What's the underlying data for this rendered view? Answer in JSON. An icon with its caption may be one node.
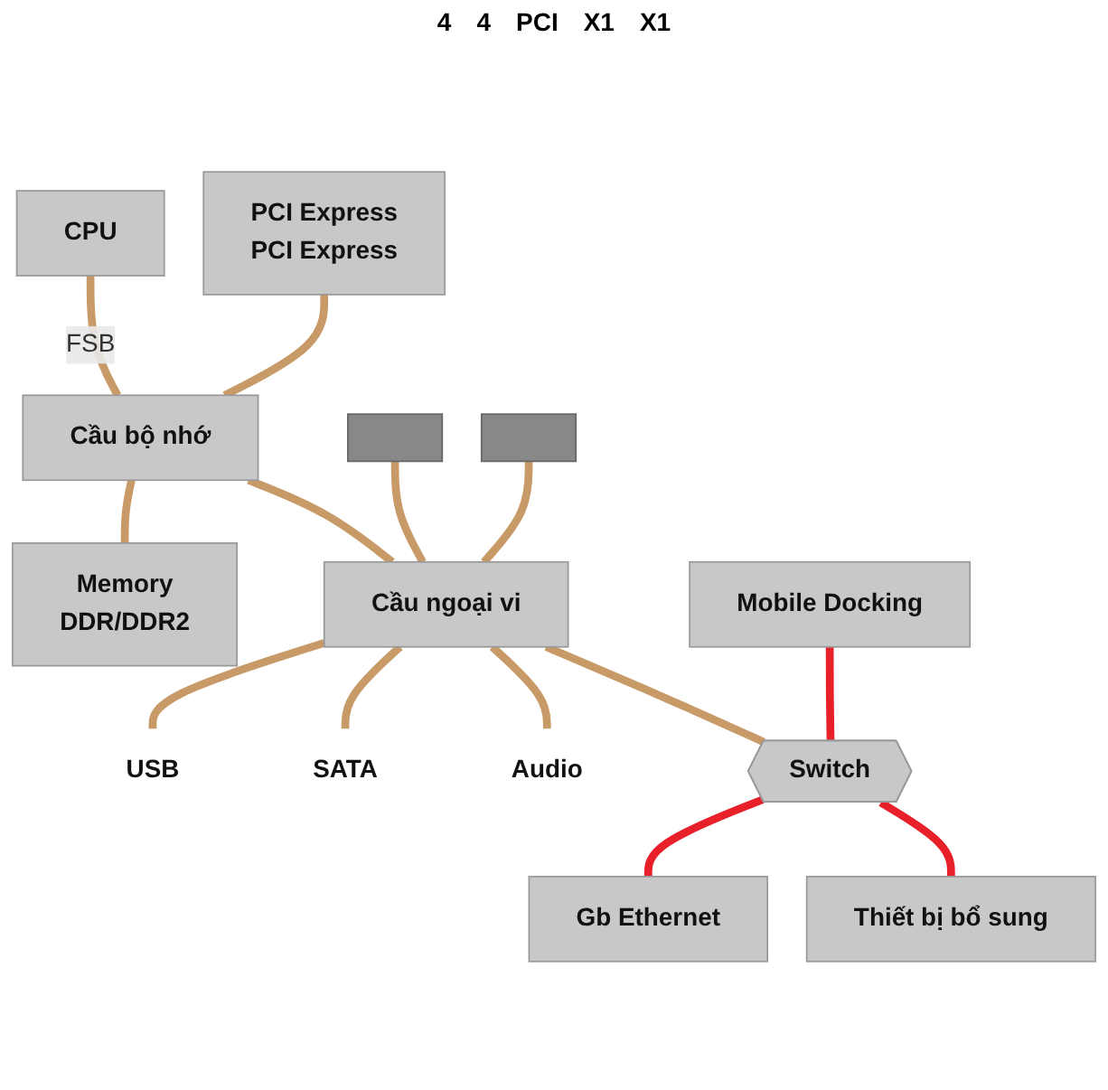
{
  "diagram": {
    "nodes": [
      {
        "text": [
          "CPU"
        ]
      },
      {
        "text": [
          "Cầu bộ nhớ"
        ]
      },
      {
        "text": [
          "PCI Express",
          "PCI Express"
        ]
      },
      {
        "text": [
          "Memory",
          "DDR/DDR2"
        ]
      },
      {
        "text": [
          "Cầu ngoại vi"
        ]
      },
      {
        "text": [],
        "shape": "bar"
      },
      {
        "text": [],
        "shape": "bar"
      },
      {
        "text": [
          "USB"
        ]
      },
      {
        "text": [
          "SATA"
        ]
      },
      {
        "text": [
          "Audio"
        ]
      },
      {
        "text": [
          "Switch"
        ]
      },
      {
        "text": [
          "Mobile Docking"
        ]
      },
      {
        "text": [
          "Gb Ethernet"
        ]
      },
      {
        "text": [
          "Thiết bị bổ sung"
        ]
      }
    ],
    "edges": [
      {
        "from": 0,
        "to": 1,
        "arrow": "none",
        "label": "FSB"
      },
      {
        "from": 2,
        "to": 1,
        "arrow": "none"
      },
      {
        "from": 1,
        "to": 3,
        "arrow": "none"
      },
      {
        "from": 1,
        "to": 4,
        "arrow": "none"
      },
      {
        "from": 5,
        "to": 4,
        "arrow": "none"
      },
      {
        "from": 6,
        "to": 4,
        "arrow": "none"
      },
      {
        "from": 4,
        "to": 7,
        "arrow": "none"
      },
      {
        "from": 4,
        "to": 8,
        "arrow": "none"
      },
      {
        "from": 4,
        "to": 9,
        "arrow": "none"
      },
      {
        "from": 4,
        "to": 10,
        "arrow": "none"
      },
      {
        "from": 11,
        "to": 10,
        "arrow": "none",
        "color": "#e8202a"
      },
      {
        "from": 10,
        "to": 12,
        "arrow": "none",
        "color": "#e8202a"
      },
      {
        "from": 10,
        "to": 13,
        "arrow": "none",
        "color": "#e8202a"
      }
    ],
    "labels": [
      "4",
      "4",
      "PCI",
      "X1",
      "X1"
    ]
  }
}
